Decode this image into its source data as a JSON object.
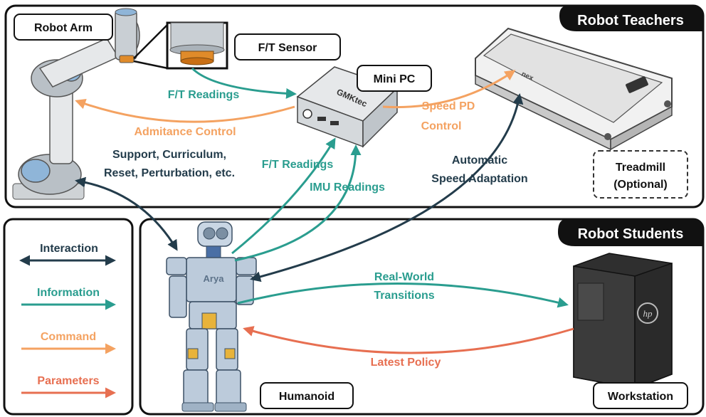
{
  "colors": {
    "interaction": "#233c4b",
    "information": "#2a9d8f",
    "command": "#f4a261",
    "parameters": "#e76f51",
    "frame": "#111111"
  },
  "sections": {
    "teachers_title": "Robot Teachers",
    "students_title": "Robot Students"
  },
  "nodes": {
    "robot_arm": "Robot Arm",
    "ft_sensor": "F/T Sensor",
    "mini_pc": "Mini PC",
    "treadmill_line1": "Treadmill",
    "treadmill_line2": "(Optional)",
    "humanoid": "Humanoid",
    "workstation": "Workstation",
    "mini_pc_brand": "GMKtec",
    "humanoid_brand": "Arya",
    "treadmill_brand": "nex"
  },
  "edges": {
    "ft_readings_top": "F/T Readings",
    "admitance_control": "Admitance Control",
    "speed_pd_line1": "Speed PD",
    "speed_pd_line2": "Control",
    "support_line1": "Support, Curriculum,",
    "support_line2": "Reset, Perturbation, etc.",
    "ft_readings_mid": "F/T Readings",
    "imu_readings": "IMU Readings",
    "auto_speed_line1": "Automatic",
    "auto_speed_line2": "Speed Adaptation",
    "real_world_line1": "Real-World",
    "real_world_line2": "Transitions",
    "latest_policy": "Latest Policy"
  },
  "legend": {
    "interaction": "Interaction",
    "information": "Information",
    "command": "Command",
    "parameters": "Parameters"
  }
}
